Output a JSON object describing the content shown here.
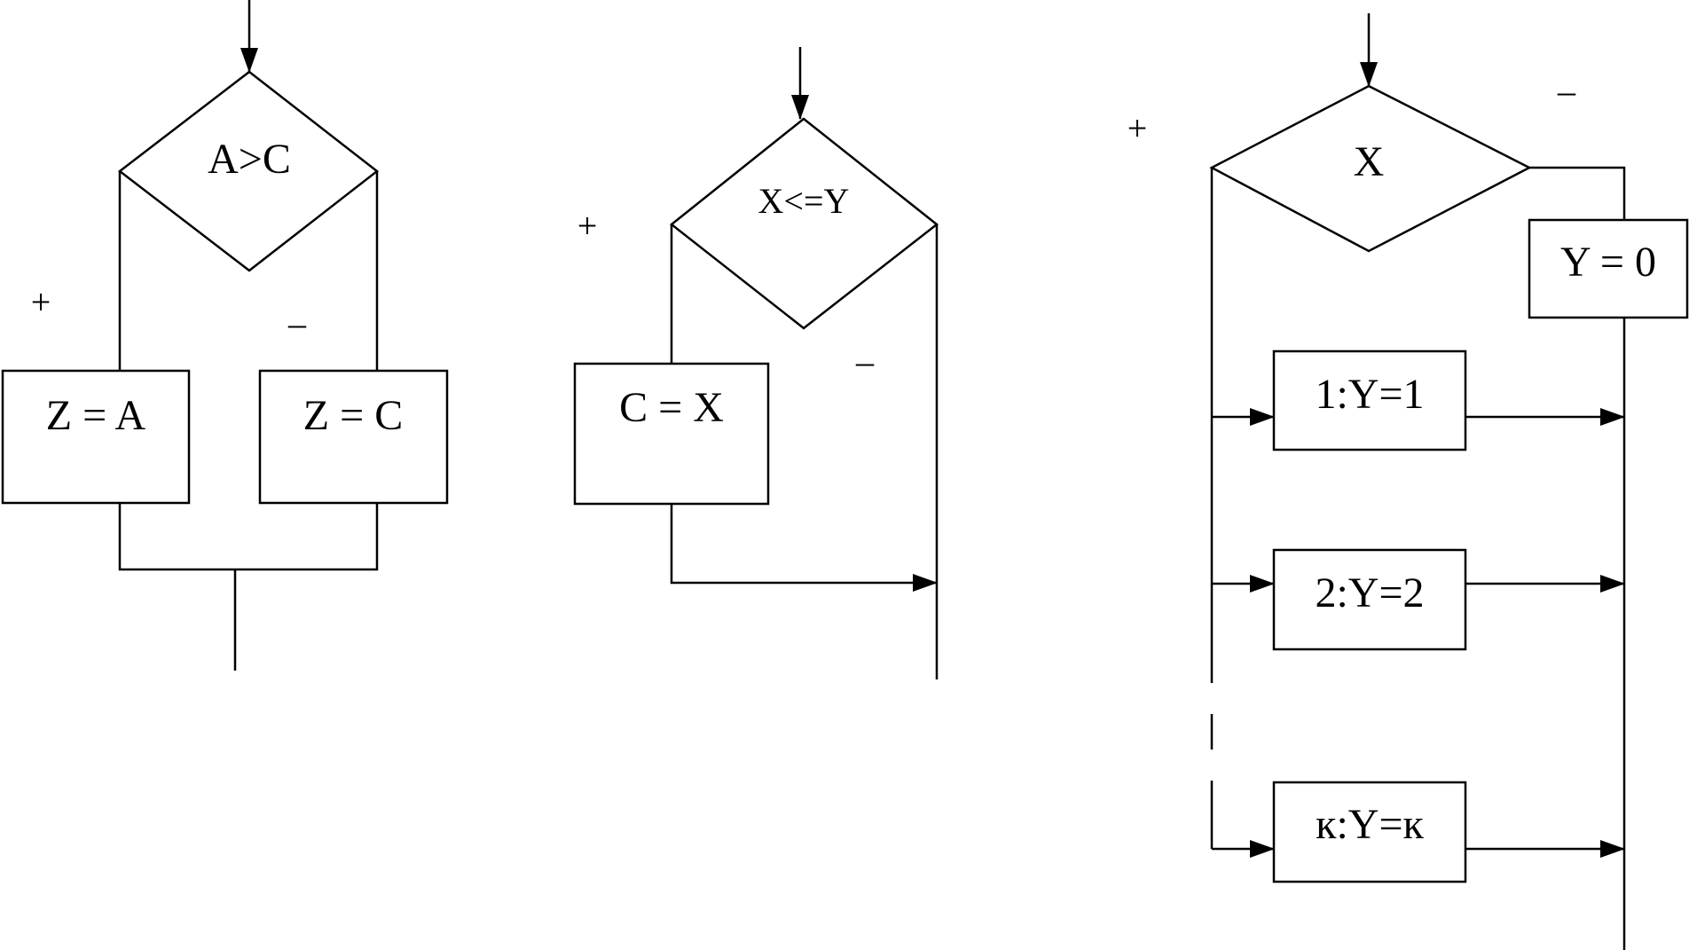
{
  "diagram1": {
    "condition": "A>C",
    "true_sign": "+",
    "false_sign": "–",
    "true_block": "Z = A",
    "false_block": "Z = C"
  },
  "diagram2": {
    "condition": "X<=Y",
    "true_sign": "+",
    "false_sign": "–",
    "true_block": "C = X"
  },
  "diagram3": {
    "condition": "X",
    "true_sign": "+",
    "false_sign": "–",
    "default_block": "Y = 0",
    "cases": [
      "1:Y=1",
      "2:Y=2",
      "к:Y=к"
    ]
  }
}
